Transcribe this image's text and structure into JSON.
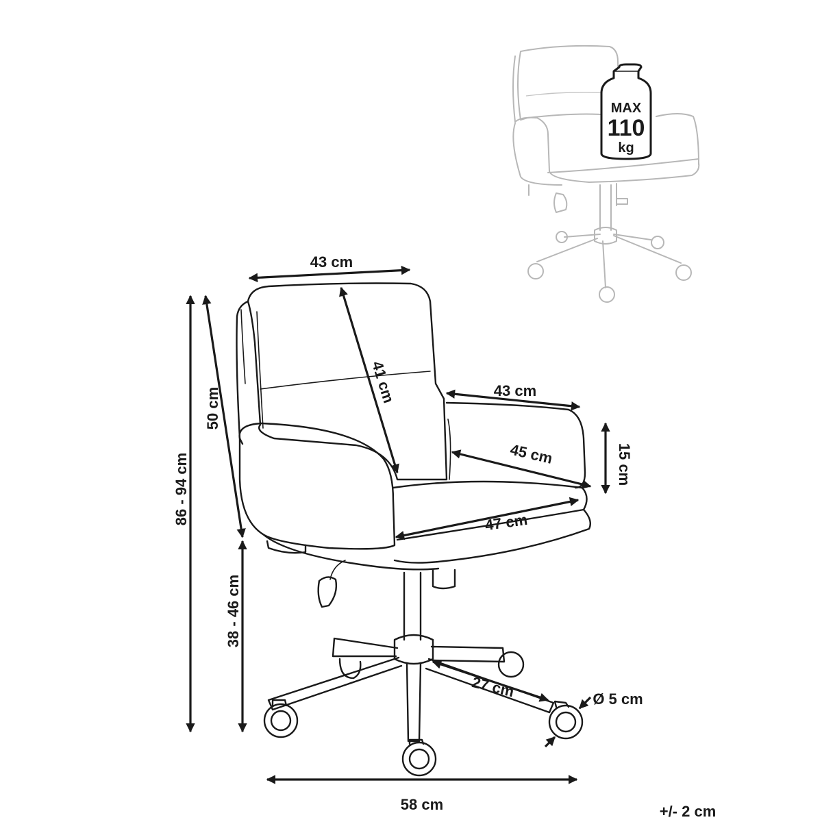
{
  "dimensions": {
    "backrest_width": "43 cm",
    "backrest_height": "41 cm",
    "back_height": "50 cm",
    "total_height": "86 - 94 cm",
    "seat_height": "38 - 46 cm",
    "armrest_length": "43 cm",
    "armrest_height": "15 cm",
    "seat_depth": "45 cm",
    "seat_width": "47 cm",
    "leg_length": "27 cm",
    "caster_diameter": "Ø 5 cm",
    "base_width": "58 cm",
    "tolerance": "+/- 2 cm"
  },
  "weight_badge": {
    "line1": "MAX",
    "line2": "110",
    "line3": "kg"
  }
}
